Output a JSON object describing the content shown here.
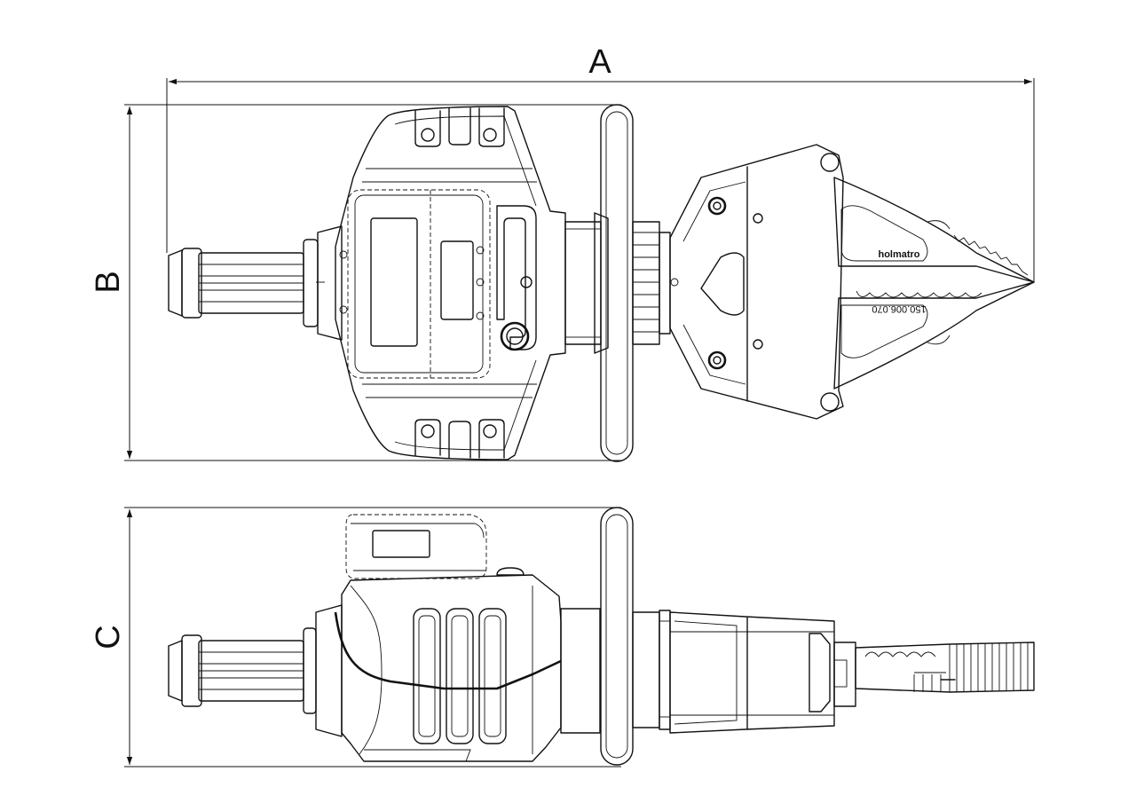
{
  "dimensions": {
    "a_label": "A",
    "b_label": "B",
    "c_label": "C"
  },
  "markings": {
    "brand_text": "holmatro",
    "part_number": "150.006.070"
  },
  "colors": {
    "line": "#111111",
    "background": "#ffffff"
  }
}
